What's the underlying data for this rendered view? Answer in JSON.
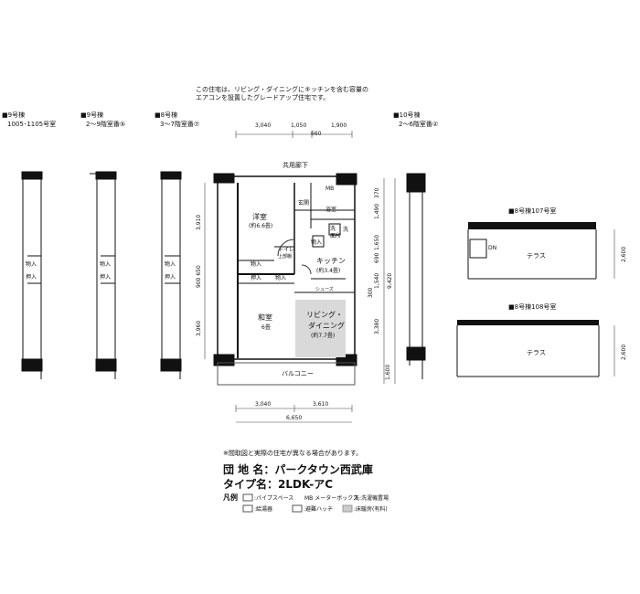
{
  "notice_lines": [
    "この住宅は、リビング・ダイニングにキッチンを含む容量の",
    "エアコンを設置したグレードアップ住宅です。"
  ],
  "variants": [
    {
      "l1": "■9号棟",
      "l2": "1005･1105号室"
    },
    {
      "l1": "■9号棟",
      "l2": "2～9階室番⑤"
    },
    {
      "l1": "■8号棟",
      "l2": "3～7階室番⑦"
    },
    {
      "l1": "■10号棟",
      "l2": "2～6階室番②"
    }
  ],
  "units": {
    "u107": "■8号棟107号室",
    "u108": "■8号棟108号室"
  },
  "terrace": "テラス",
  "dn": "DN",
  "top_dims": [
    "3,040",
    "1,050",
    "1,900"
  ],
  "top_dim_sub": "660",
  "corridor": "共用廊下",
  "rooms": {
    "yoshitsu": "洋室",
    "yoshitsu_size": "(約6.6畳)",
    "washitsu": "和室",
    "washitsu_size": "6畳",
    "kitchen": "キッチン",
    "kitchen_size": "(約3.4畳)",
    "living1": "リビング・",
    "living2": "ダイニング",
    "living_size": "(約7.7畳)",
    "genkan": "玄関",
    "yokushitsu": "浴室",
    "senmen1": "洗",
    "senmen2": "面所",
    "toilet": "トイレ",
    "toilet_sub": "上部棚",
    "monoire": "物入",
    "oshiire": "押入",
    "mb": "MB",
    "sen": "洗",
    "balcony": "バルコニー",
    "shoes": "シューズ"
  },
  "left_dims": [
    "3,910",
    "900 650",
    "3,960"
  ],
  "right_dims_a": [
    "370",
    "1,490",
    "1,650",
    "690",
    "1,540",
    "300",
    "3,380",
    "1,600"
  ],
  "right_total": "9,420",
  "bottom_dims": [
    "3,040",
    "3,610"
  ],
  "bottom_total": "6,650",
  "unit_dims": [
    "2,600",
    "2,600"
  ],
  "footnote": "※間取図と実際の住宅が異なる場合があります。",
  "complex_label": "団 地 名：パークタウン西武庫",
  "type_label": "タイプ名：2LDK-アC",
  "legend_title": "凡例",
  "legend": {
    "pipe": ":パイプスペース",
    "mb": "MB メーターボックス",
    "wash": "洗:洗濯機置場",
    "heater": ":給湯器",
    "hatch": ":避難ハッチ",
    "floor": ":床暖房(有料)"
  }
}
